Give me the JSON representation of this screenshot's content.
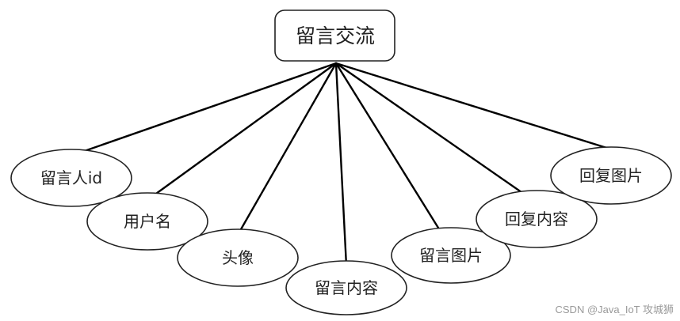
{
  "entity": {
    "label": "留言交流"
  },
  "attributes": [
    {
      "label": "留言人id"
    },
    {
      "label": "用户名"
    },
    {
      "label": "头像"
    },
    {
      "label": "留言内容"
    },
    {
      "label": "留言图片"
    },
    {
      "label": "回复内容"
    },
    {
      "label": "回复图片"
    }
  ],
  "watermark": "CSDN @Java_IoT 攻城狮"
}
